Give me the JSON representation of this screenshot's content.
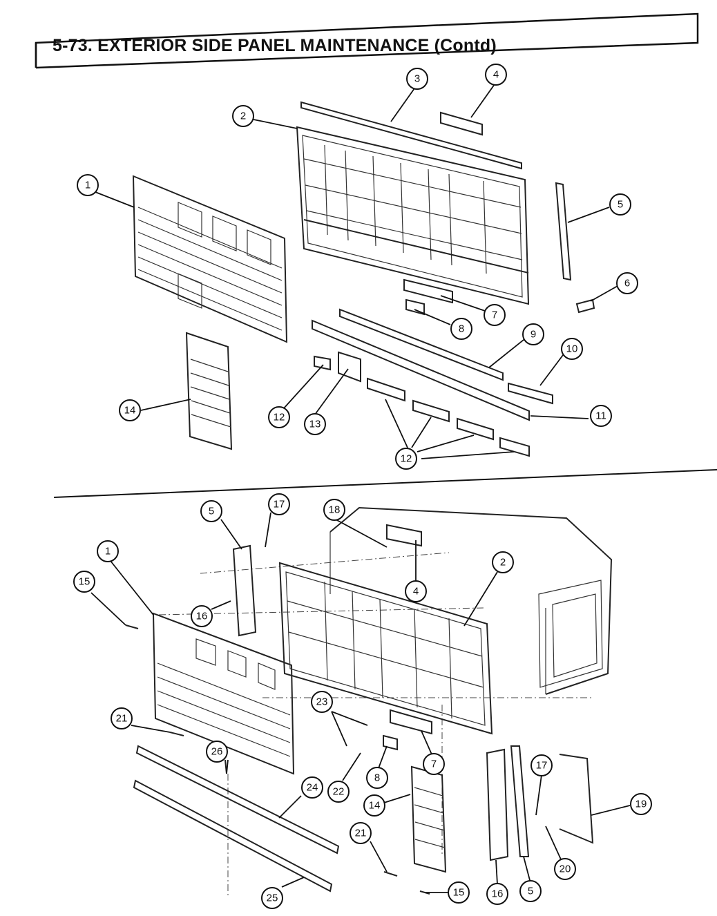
{
  "title": "5-73. EXTERIOR SIDE PANEL MAINTENANCE (Contd)",
  "callouts": {
    "top": [
      {
        "key": "c1",
        "label": "1"
      },
      {
        "key": "c2",
        "label": "2"
      },
      {
        "key": "c3",
        "label": "3"
      },
      {
        "key": "c4",
        "label": "4"
      },
      {
        "key": "c5",
        "label": "5"
      },
      {
        "key": "c6",
        "label": "6"
      },
      {
        "key": "c7",
        "label": "7"
      },
      {
        "key": "c8",
        "label": "8"
      },
      {
        "key": "c9",
        "label": "9"
      },
      {
        "key": "c10",
        "label": "10"
      },
      {
        "key": "c11",
        "label": "11"
      },
      {
        "key": "c12a",
        "label": "12"
      },
      {
        "key": "c12b",
        "label": "12"
      },
      {
        "key": "c13",
        "label": "13"
      },
      {
        "key": "c14",
        "label": "14"
      }
    ],
    "bottom": [
      {
        "key": "b1",
        "label": "1"
      },
      {
        "key": "b2",
        "label": "2"
      },
      {
        "key": "b4",
        "label": "4"
      },
      {
        "key": "b5a",
        "label": "5"
      },
      {
        "key": "b5b",
        "label": "5"
      },
      {
        "key": "b7",
        "label": "7"
      },
      {
        "key": "b8",
        "label": "8"
      },
      {
        "key": "b14",
        "label": "14"
      },
      {
        "key": "b15a",
        "label": "15"
      },
      {
        "key": "b15b",
        "label": "15"
      },
      {
        "key": "b16a",
        "label": "16"
      },
      {
        "key": "b16b",
        "label": "16"
      },
      {
        "key": "b17a",
        "label": "17"
      },
      {
        "key": "b17b",
        "label": "17"
      },
      {
        "key": "b18",
        "label": "18"
      },
      {
        "key": "b19",
        "label": "19"
      },
      {
        "key": "b20",
        "label": "20"
      },
      {
        "key": "b21a",
        "label": "21"
      },
      {
        "key": "b21b",
        "label": "21"
      },
      {
        "key": "b22",
        "label": "22"
      },
      {
        "key": "b23",
        "label": "23"
      },
      {
        "key": "b24",
        "label": "24"
      },
      {
        "key": "b25",
        "label": "25"
      },
      {
        "key": "b26",
        "label": "26"
      }
    ]
  }
}
